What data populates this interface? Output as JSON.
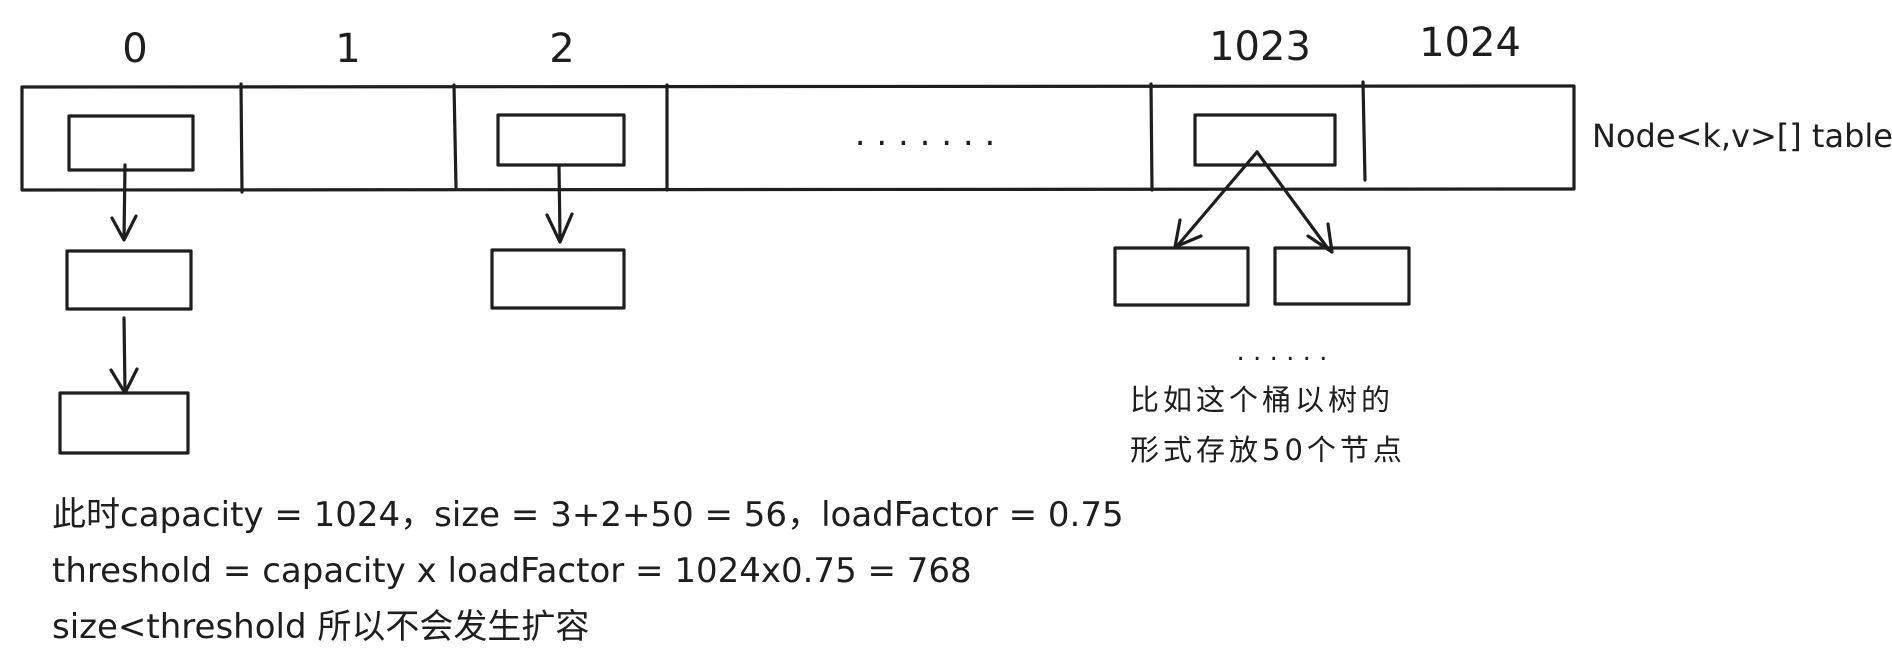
{
  "diagram": {
    "bucket_indices": [
      "0",
      "1",
      "2",
      "1023",
      "1024"
    ],
    "table_label": "Node<k,v>[] table",
    "gap_dots": ". . . . . . .",
    "tree_dots": ". . . . . .",
    "tree_note": [
      "比如这个桶以树的",
      "形式存放50个节点"
    ]
  },
  "info_lines": [
    "此时capacity = 1024，size = 3+2+50 = 56，loadFactor = 0.75",
    "threshold = capacity x loadFactor = 1024x0.75 = 768",
    "size<threshold 所以不会发生扩容"
  ]
}
